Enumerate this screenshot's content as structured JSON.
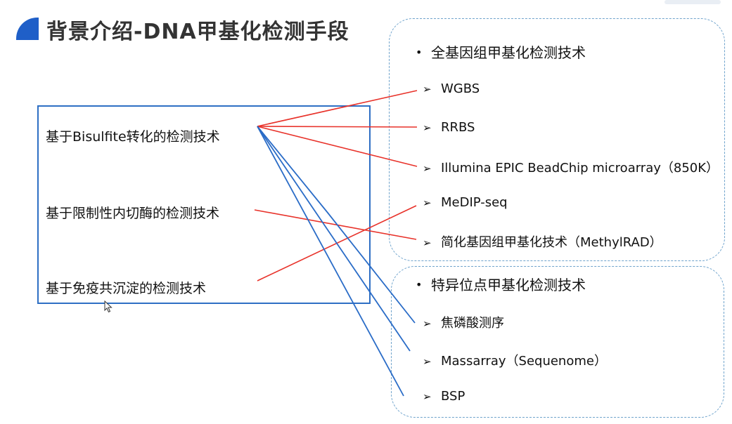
{
  "header": {
    "title": "背景介绍-DNA甲基化检测手段"
  },
  "left": {
    "items": [
      "基于Bisulfite转化的检测技术",
      "基于限制性内切酶的检测技术",
      "基于免疫共沉淀的检测技术"
    ]
  },
  "panel1": {
    "title": "全基因组甲基化检测技术",
    "items": [
      "WGBS",
      "RRBS",
      "Illumina EPIC BeadChip microarray（850K）",
      "MeDIP-seq",
      "简化基因组甲基化技术（MethylRAD）"
    ]
  },
  "panel2": {
    "title": "特异位点甲基化检测技术",
    "items": [
      "焦磷酸测序",
      "Massarray（Sequenome）",
      "BSP"
    ]
  },
  "symbols": {
    "bullet": "•",
    "arrow": "➢"
  },
  "colors": {
    "accent_blue": "#1f5fc8",
    "red_line": "#e8322a",
    "blue_line": "#2a6cc7",
    "panel_border": "#6fa3cc"
  }
}
